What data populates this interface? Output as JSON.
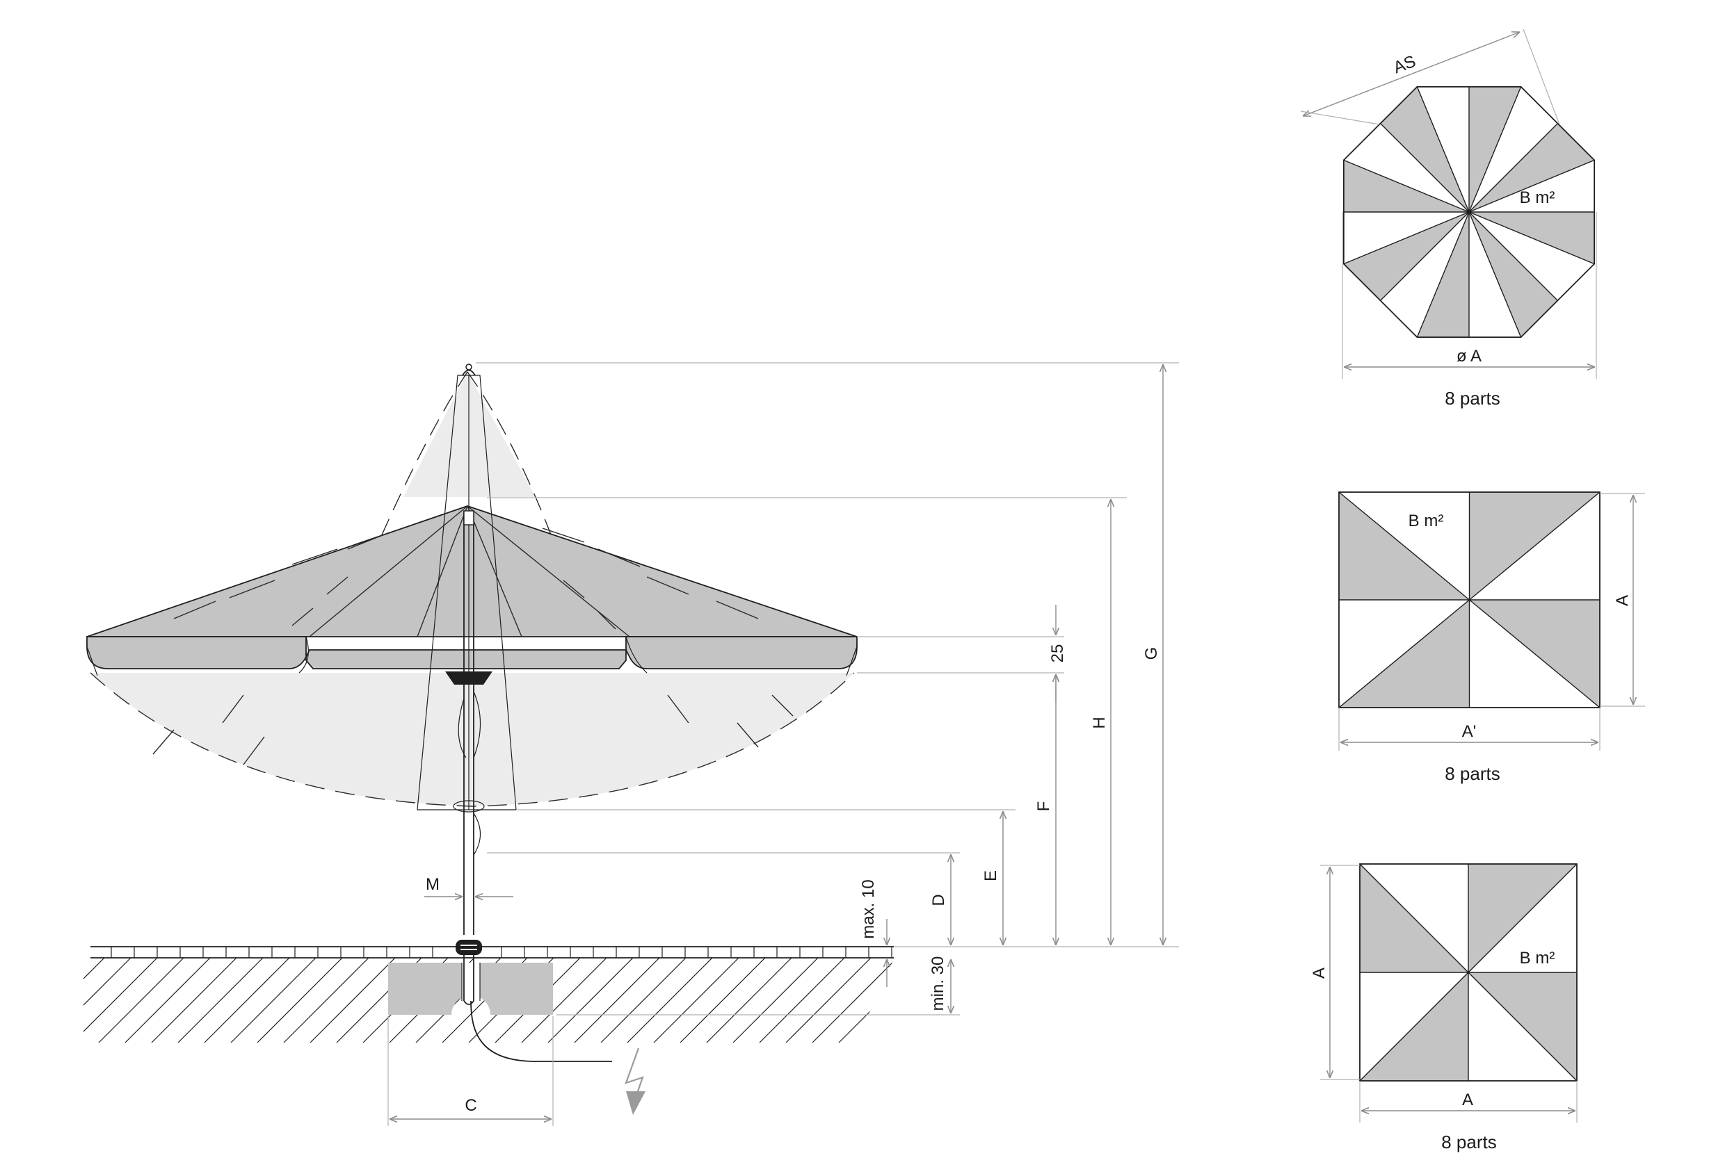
{
  "colors": {
    "panel_gray": "#c4c4c4",
    "shade_light": "#ececec",
    "line": "#1f1f1f",
    "dimension_line": "#8c8c8c"
  },
  "side_view": {
    "labels": {
      "G": "G",
      "H": "H",
      "F": "F",
      "E": "E",
      "D": "D",
      "M": "M",
      "C": "C",
      "canopy_height": "25",
      "above_ground": "max. 10",
      "below_ground": "min. 30"
    },
    "icons": [
      "lightning-icon"
    ]
  },
  "plans": [
    {
      "shape": "octagon",
      "labels": {
        "side": "AS",
        "area": "B m²",
        "diameter": "ø A"
      },
      "caption": "8 parts"
    },
    {
      "shape": "rectangle",
      "labels": {
        "area": "B m²",
        "height": "A",
        "width": "A'"
      },
      "caption": "8 parts"
    },
    {
      "shape": "square",
      "labels": {
        "area": "B m²",
        "height": "A",
        "width": "A"
      },
      "caption": "8 parts"
    }
  ]
}
